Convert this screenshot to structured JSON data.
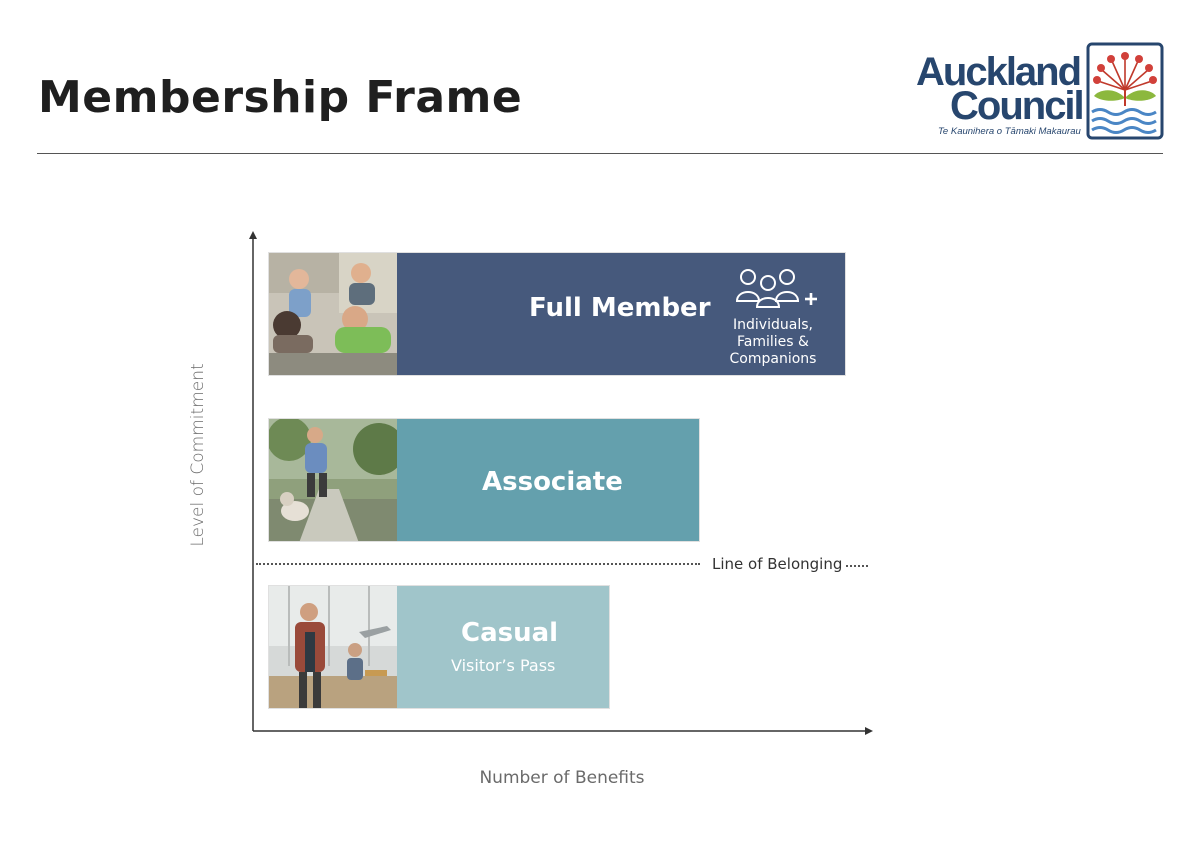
{
  "header": {
    "title": "Membership Frame"
  },
  "logo": {
    "line1": "Auckland",
    "line2": "Council",
    "tagline": "Te Kaunihera o Tāmaki Makaurau",
    "brand_color": "#27466e"
  },
  "diagram": {
    "y_axis_label": "Level of Commitment",
    "x_axis_label": "Number of Benefits",
    "tiers": [
      {
        "name": "Full Member",
        "audience": [
          "Individuals,",
          "Families &",
          "Companions"
        ],
        "icon": "people-plus-icon",
        "color": "#46597c"
      },
      {
        "name": "Associate",
        "color": "#64a0ad"
      },
      {
        "name": "Casual",
        "subtitle": "Visitor’s Pass",
        "color": "#a0c5ca"
      }
    ],
    "belonging_label": "Line of Belonging"
  }
}
